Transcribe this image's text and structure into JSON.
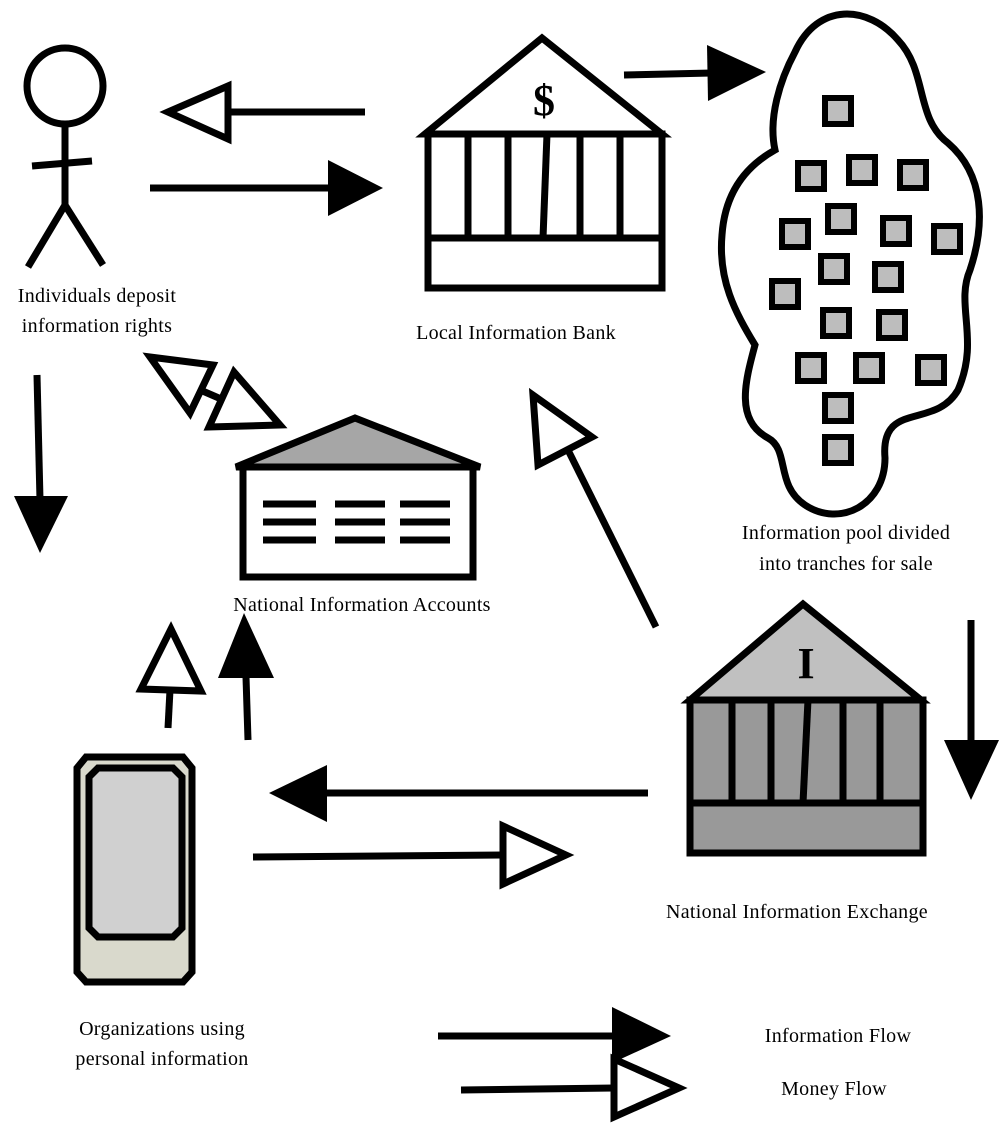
{
  "labels": {
    "individuals_line1": "Individuals deposit",
    "individuals_line2": "information rights",
    "local_bank": "Local Information Bank",
    "pool_line1": "Information pool divided",
    "pool_line2": "into tranches for sale",
    "national_accounts": "National Information Accounts",
    "national_exchange": "National Information Exchange",
    "organizations_line1": "Organizations using",
    "organizations_line2": "personal information"
  },
  "icons": {
    "bank_symbol": "$",
    "exchange_symbol": "I",
    "person": "stick-figure-icon",
    "bank": "bank-building-icon",
    "pool": "cloud-icon",
    "accounts": "ledger-building-icon",
    "exchange": "exchange-building-icon",
    "organization": "phone-device-icon"
  },
  "legend": {
    "information_flow": "Information Flow",
    "money_flow": "Money Flow"
  },
  "colors": {
    "stroke": "#000000",
    "roof_gray": "#a6a6a6",
    "exchange_body": "#999999",
    "exchange_roof": "#c0c0c0",
    "tranche_fill": "#bdbdbd",
    "device_outer": "#d9d9cc",
    "device_screen": "#d0d0d0"
  }
}
